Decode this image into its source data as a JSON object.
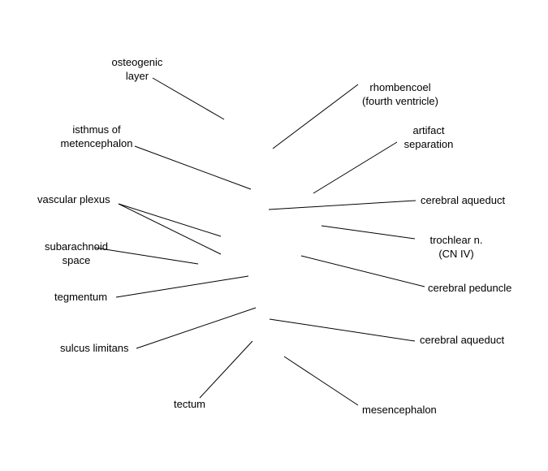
{
  "labels": {
    "osteogenic_layer": [
      "osteogenic",
      "layer"
    ],
    "isthmus_of_metencephalon": [
      "isthmus of",
      "metencephalon"
    ],
    "vascular_plexus": [
      "vascular plexus"
    ],
    "subarachnoid_space": [
      "subarachnoid",
      "space"
    ],
    "tegmentum": [
      "tegmentum"
    ],
    "sulcus_limitans": [
      "sulcus limitans"
    ],
    "tectum": [
      "tectum"
    ],
    "rhombencoel": [
      "rhombencoel",
      "(fourth ventricle)"
    ],
    "artifact_separation": [
      "artifact",
      "separation"
    ],
    "cerebral_aqueduct_upper": [
      "cerebral aqueduct"
    ],
    "trochlear_nerve": [
      "trochlear n.",
      "(CN IV)"
    ],
    "cerebral_peduncle": [
      "cerebral peduncle"
    ],
    "cerebral_aqueduct_lower": [
      "cerebral aqueduct"
    ],
    "mesencephalon": [
      "mesencephalon"
    ]
  }
}
